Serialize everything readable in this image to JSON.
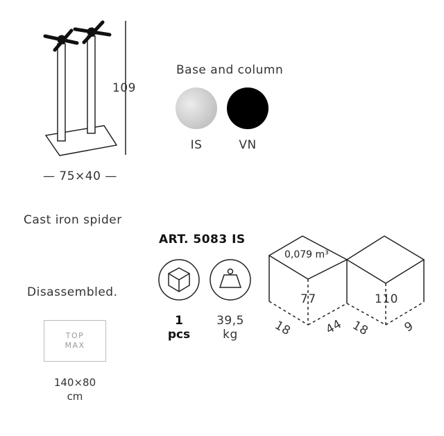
{
  "product": {
    "height_value": "109",
    "footprint_label": "— 75×40 —",
    "finish_title": "Base and column",
    "finishes": [
      {
        "code": "IS",
        "color": "#c8c8c8"
      },
      {
        "code": "VN",
        "color": "#000000"
      }
    ],
    "spider_label": "Cast iron spider",
    "article": "ART. 5083 IS",
    "assembly_note": "Disassembled.",
    "top_max_line1": "TOP",
    "top_max_line2": "MAX",
    "top_max_size_line1": "140×80",
    "top_max_size_line2": "cm",
    "qty_value": "1",
    "qty_unit": "pcs",
    "weight_value": "39,5",
    "weight_unit": "kg",
    "box_volume": "0,079 m³",
    "box1_height": "77",
    "box1_depth": "18",
    "box1_width": "44",
    "box2_height": "110",
    "box2_depth": "18",
    "box2_width": "9"
  }
}
